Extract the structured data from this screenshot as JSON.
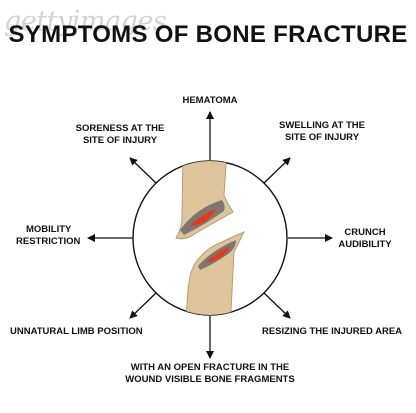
{
  "watermark": "gettyimages",
  "title": "SYMPTOMS OF BONE FRACTURE",
  "symptoms": [
    {
      "lines": [
        "HEMATOMA"
      ]
    },
    {
      "lines": [
        "SWELLING AT THE",
        "SITE OF INJURY"
      ]
    },
    {
      "lines": [
        "CRUNCH",
        "AUDIBILITY"
      ]
    },
    {
      "lines": [
        "RESIZING THE INJURED AREA"
      ]
    },
    {
      "lines": [
        "WITH AN OPEN FRACTURE IN THE",
        "WOUND VISIBLE BONE FRAGMENTS"
      ]
    },
    {
      "lines": [
        "UNNATURAL LIMB POSITION"
      ]
    },
    {
      "lines": [
        "MOBILITY",
        "RESTRICTION"
      ]
    },
    {
      "lines": [
        "SORENESS AT THE",
        "SITE OF INJURY"
      ]
    }
  ],
  "colors": {
    "bone": "#ddc49a",
    "bone_edge": "#b89c74",
    "marrow": "#7f776f",
    "blood": "#e23a1c",
    "arrow": "#111111"
  }
}
